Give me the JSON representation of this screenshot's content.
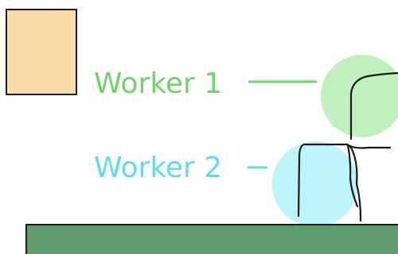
{
  "labels": {
    "worker_1": "Worker 1",
    "worker_2": "Worker 2"
  },
  "colors": {
    "background": "#ffffff",
    "box_fill": "#fddba6",
    "box_stroke": "#1a1a1a",
    "base_fill": "#5e9c6e",
    "base_stroke": "#1a1a1a",
    "worker_1": "#6ed468",
    "worker_1_highlight": "#bff0bd",
    "worker_2": "#5fdcec",
    "worker_2_highlight": "#b8f3fa",
    "line_stroke": "#1a1a1a"
  },
  "icons": {
    "worker_1_highlight": "green-circle-highlight",
    "worker_2_highlight": "cyan-circle-highlight"
  }
}
